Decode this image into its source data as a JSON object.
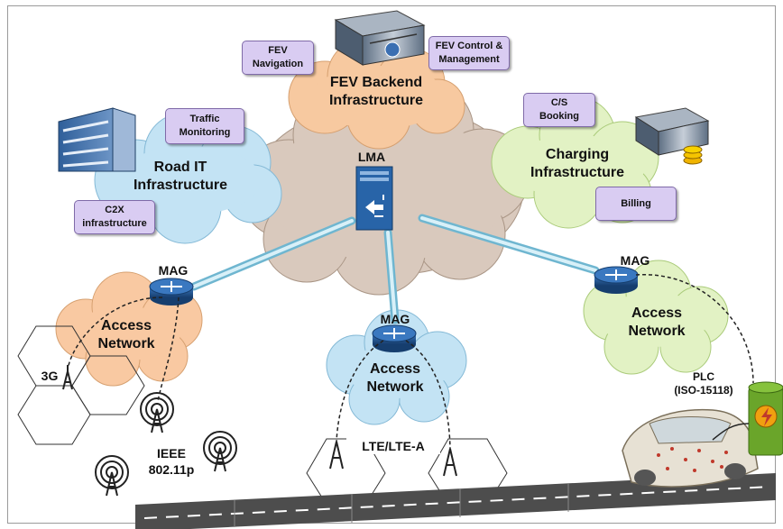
{
  "core": {
    "lma_label": "LMA"
  },
  "clouds": {
    "fev_backend": "FEV Backend Infrastructure",
    "road_it": "Road IT Infrastructure",
    "charging": "Charging Infrastructure",
    "access_left": "Access Network",
    "access_center": "Access Network",
    "access_right": "Access Network"
  },
  "tags": {
    "fev_navigation": "FEV Navigation",
    "fev_control": "FEV Control & Management",
    "traffic_monitoring": "Traffic Monitoring",
    "c2x": "C2X infrastructure",
    "cs_booking": "C/S Booking",
    "billing": "Billing"
  },
  "mag": {
    "left": "MAG",
    "center": "MAG",
    "right": "MAG"
  },
  "radio": {
    "g3": "3G",
    "ieee_line1": "IEEE",
    "ieee_line2": "802.11p",
    "lte": "LTE/LTE-A"
  },
  "plc": {
    "line1": "PLC",
    "line2": "(ISO-15118)"
  },
  "colors": {
    "core_cloud": "#d9c9bd",
    "fev_cloud": "#f7c9a0",
    "road_cloud": "#c3e3f4",
    "charging_cloud": "#e2f2c4",
    "access_orange": "#f9c9a2",
    "access_blue": "#c3e3f4",
    "access_green": "#e2f2c4",
    "tag_fill": "#d9ccf2",
    "router_blue": "#1f5a9c"
  }
}
